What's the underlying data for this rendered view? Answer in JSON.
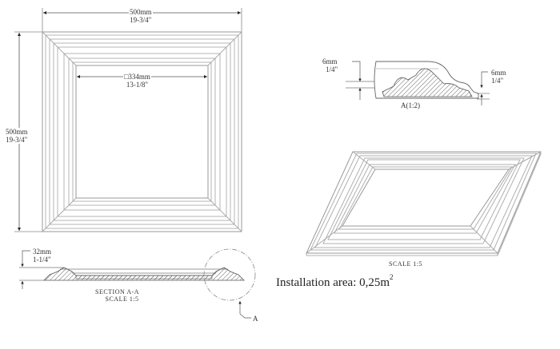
{
  "front_view": {
    "width_dim": {
      "metric": "500mm",
      "imperial": "19-3/4\""
    },
    "height_dim": {
      "metric": "500mm",
      "imperial": "19-3/4\""
    },
    "inner_dim": {
      "metric": "□334mm",
      "imperial": "13-1/8\""
    }
  },
  "detail_a": {
    "left_dim": {
      "metric": "6mm",
      "imperial": "1/4\""
    },
    "right_dim": {
      "metric": "6mm",
      "imperial": "1/4\""
    },
    "caption": "A(1:2)"
  },
  "perspective_view": {
    "caption": "SCALE  1:5"
  },
  "section_view": {
    "height_dim": {
      "metric": "32mm",
      "imperial": "1-1/4\""
    },
    "title": "SECTION  A-A",
    "scale": "SCALE  1:5",
    "callout": "A"
  },
  "installation": {
    "label": "Installation area: 0,25m",
    "exponent": "2"
  },
  "colors": {
    "line": "#7a7a7a",
    "frame_line": "#b4b4b4",
    "text": "#222222",
    "background": "#ffffff"
  }
}
